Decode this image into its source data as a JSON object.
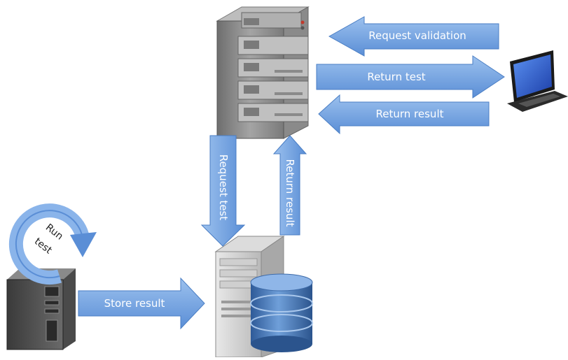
{
  "labels": {
    "request_validation": "Request validation",
    "return_test": "Return test",
    "return_result_top": "Return result",
    "request_test": "Request test",
    "return_result_vertical": "Return result",
    "run": "Run",
    "test": "test",
    "store_result": "Store result"
  },
  "colors": {
    "arrow": "#6f9fdc",
    "arrow_dark": "#4a7ec4",
    "server_body": "#8c8c8c",
    "database": "#4a78b8",
    "laptop_screen": "#2a58c8"
  }
}
